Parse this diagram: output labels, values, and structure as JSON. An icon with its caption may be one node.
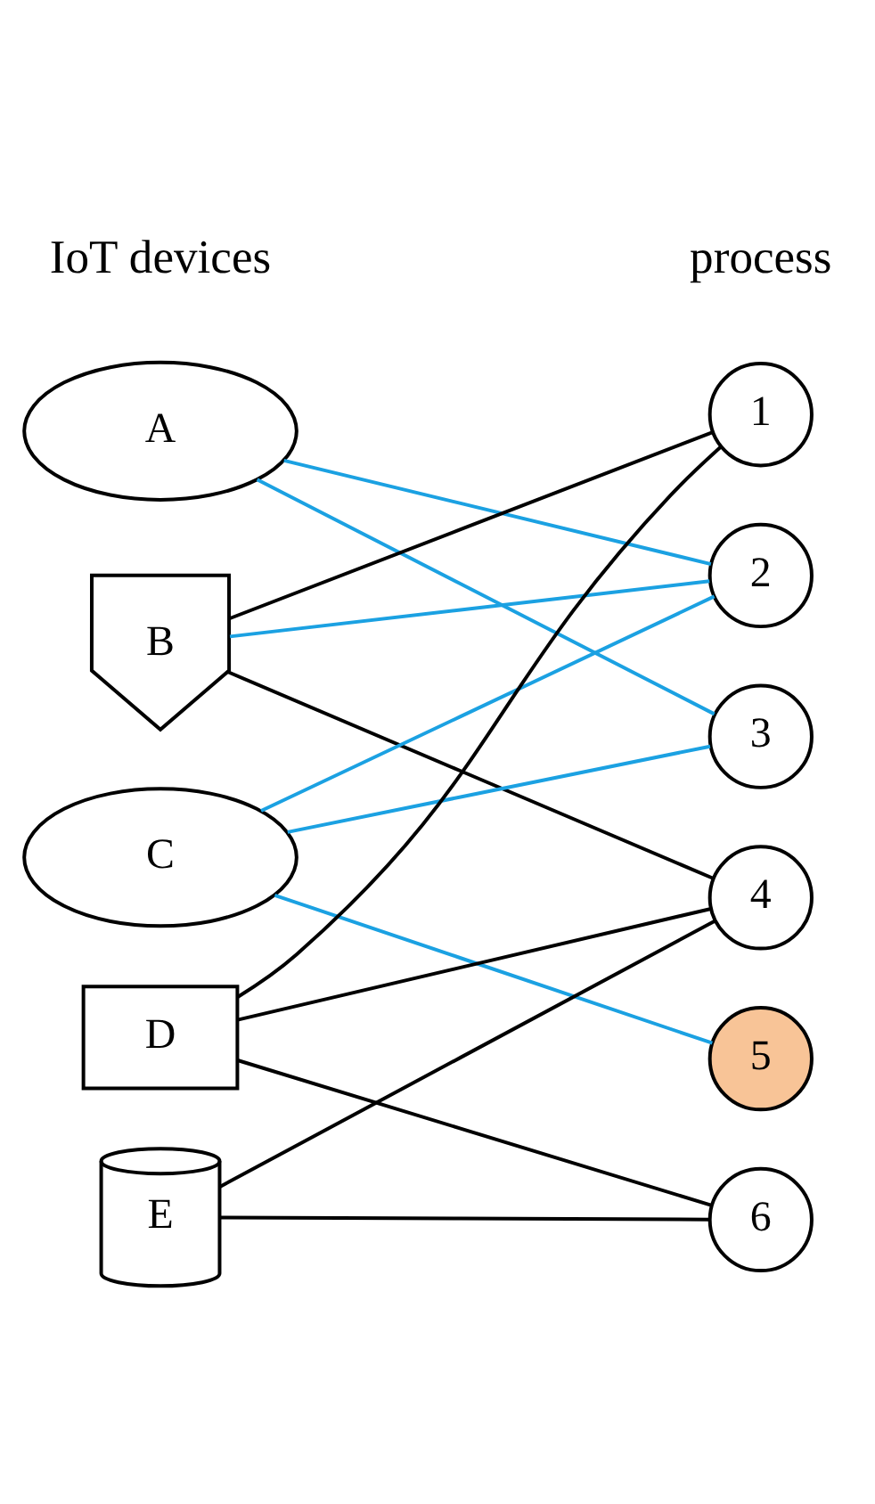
{
  "diagram": {
    "nodes": [
      {
        "text": [
          "A"
        ]
      },
      {
        "text": [
          "B"
        ]
      },
      {
        "text": [
          "C"
        ]
      },
      {
        "text": [
          "D"
        ]
      },
      {
        "text": [
          "E"
        ]
      },
      {
        "text": [
          "1"
        ]
      },
      {
        "text": [
          "2"
        ]
      },
      {
        "text": [
          "3"
        ]
      },
      {
        "text": [
          "4"
        ]
      },
      {
        "text": [
          "5"
        ]
      },
      {
        "text": [
          "6"
        ]
      }
    ],
    "edges": [
      {
        "from": 0,
        "to": 6,
        "arrow": "none",
        "color": "#1ba1e2"
      },
      {
        "from": 0,
        "to": 7,
        "arrow": "none",
        "color": "#1ba1e2"
      },
      {
        "from": 1,
        "to": 5,
        "arrow": "none"
      },
      {
        "from": 1,
        "to": 6,
        "arrow": "none",
        "color": "#1ba1e2"
      },
      {
        "from": 1,
        "to": 8,
        "arrow": "none"
      },
      {
        "from": 2,
        "to": 6,
        "arrow": "none",
        "color": "#1ba1e2"
      },
      {
        "from": 2,
        "to": 7,
        "arrow": "none",
        "color": "#1ba1e2"
      },
      {
        "from": 2,
        "to": 9,
        "arrow": "none",
        "color": "#1ba1e2"
      },
      {
        "from": 3,
        "to": 5,
        "arrow": "none"
      },
      {
        "from": 3,
        "to": 8,
        "arrow": "none"
      },
      {
        "from": 3,
        "to": 10,
        "arrow": "none"
      },
      {
        "from": 4,
        "to": 8,
        "arrow": "none"
      },
      {
        "from": 4,
        "to": 10,
        "arrow": "none"
      }
    ],
    "labels": [
      "process",
      "IoT devices"
    ]
  }
}
